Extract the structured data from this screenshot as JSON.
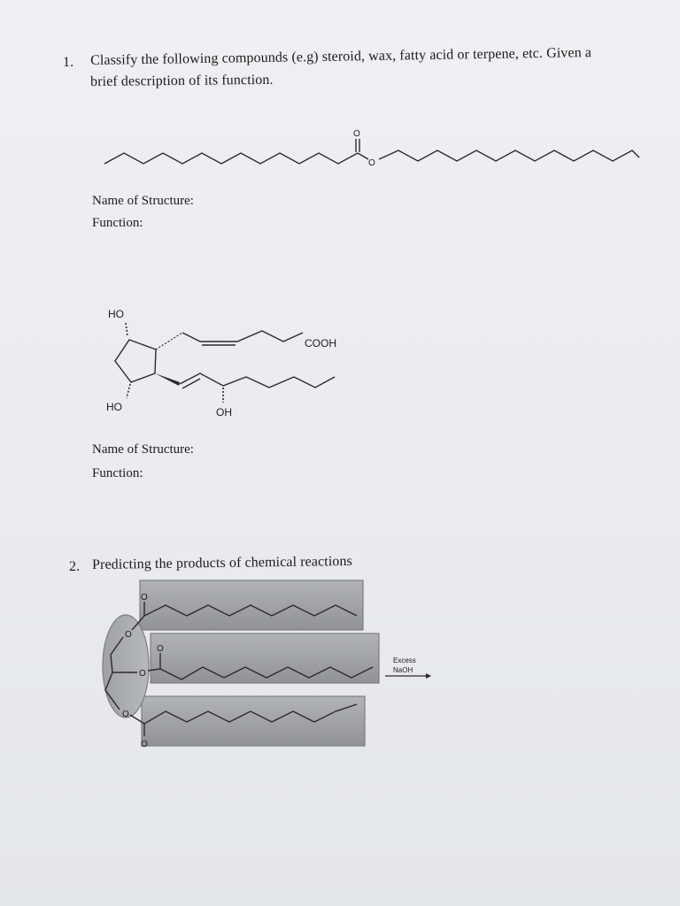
{
  "question1": {
    "number": "1.",
    "line1": "Classify the following compounds (e.g) steroid, wax, fatty acid or terpene, etc. Given a",
    "line2": "brief description of its function."
  },
  "structure1": {
    "atom_o_double": "O",
    "atom_o_ester": "O",
    "name_label": "Name of Structure:",
    "function_label": "Function:"
  },
  "structure2": {
    "ho_top": "HO",
    "cooh": "COOH",
    "ho_bottom": "HO",
    "oh": "OH",
    "name_label": "Name of Structure:",
    "function_label": "Function:"
  },
  "question2": {
    "number": "2.",
    "text": "Predicting the products of chemical reactions"
  },
  "triglyceride": {
    "o_labels": [
      "O",
      "O",
      "O",
      "O",
      "O",
      "O"
    ],
    "reagent_line1": "Excess",
    "reagent_line2": "NaOH"
  }
}
